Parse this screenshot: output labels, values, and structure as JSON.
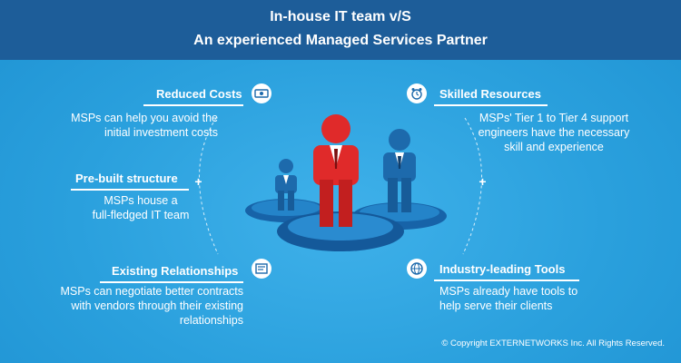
{
  "header": {
    "title_line1": "In-house IT team v/S",
    "title_line2": "An experienced Managed Services Partner"
  },
  "left": [
    {
      "heading": "Reduced Costs",
      "icon": "money-icon",
      "lines": [
        "MSPs can help you avoid the",
        "initial investment costs"
      ]
    },
    {
      "heading": "Pre-built structure",
      "icon": "plus-icon",
      "lines": [
        "MSPs house a",
        "full-fledged IT team"
      ]
    },
    {
      "heading": "Existing Relationships",
      "icon": "certificate-icon",
      "lines": [
        "MSPs can negotiate better contracts",
        "with vendors through their existing",
        "relationships"
      ]
    }
  ],
  "right": [
    {
      "heading": "Skilled Resources",
      "icon": "alarm-clock-icon",
      "lines": [
        "MSPs' Tier 1 to Tier 4 support",
        "engineers have the necessary",
        "skill and experience"
      ]
    },
    {
      "heading": "Industry-leading Tools",
      "icon": "globe-icon",
      "lines": [
        "MSPs already have tools to",
        "help serve their clients"
      ]
    }
  ],
  "footer": "© Copyright  EXTERNETWORKS Inc. All Rights Reserved.",
  "colors": {
    "header_bg": "#1d5d99",
    "background": "#2aa0dd",
    "red_figure": "#e02a2a",
    "blue_figure": "#1f6fb2"
  }
}
